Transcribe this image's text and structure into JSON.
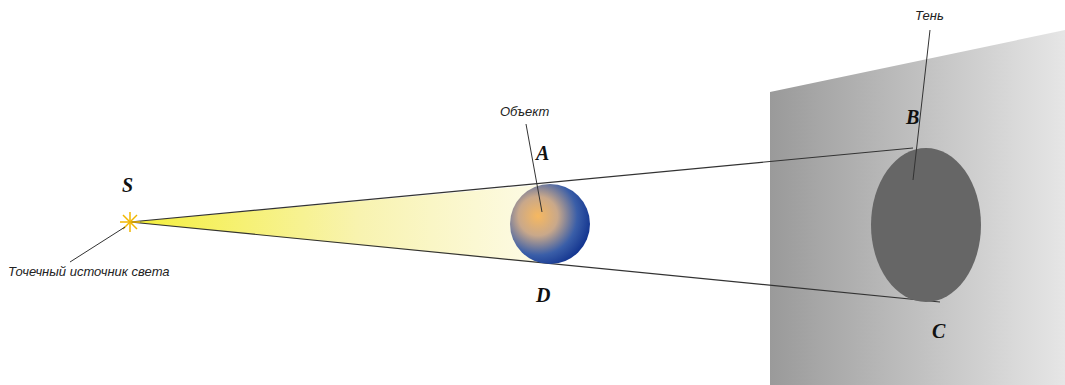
{
  "diagram": {
    "labels": [
      "Тень",
      "Объект",
      "B",
      "S",
      "A",
      "D",
      "Точечный источник света",
      "C"
    ]
  }
}
